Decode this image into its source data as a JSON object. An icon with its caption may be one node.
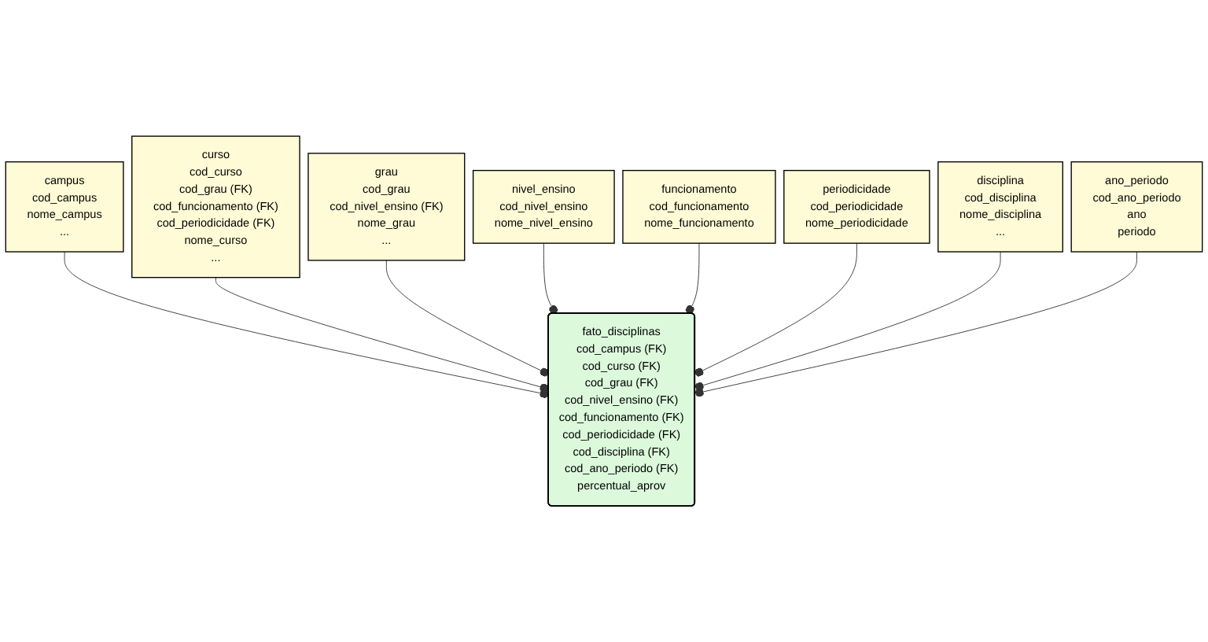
{
  "diagram": {
    "nodes": [
      {
        "text": [
          "campus",
          "cod_campus",
          "nome_campus",
          "..."
        ]
      },
      {
        "text": [
          "curso",
          "cod_curso",
          "cod_grau (FK)",
          "cod_funcionamento (FK)",
          "cod_periodicidade (FK)",
          "nome_curso",
          "..."
        ]
      },
      {
        "text": [
          "grau",
          "cod_grau",
          "cod_nivel_ensino (FK)",
          "nome_grau",
          "..."
        ]
      },
      {
        "text": [
          "fato_disciplinas",
          "cod_campus (FK)",
          "cod_curso (FK)",
          "cod_grau (FK)",
          "cod_nivel_ensino (FK)",
          "cod_funcionamento (FK)",
          "cod_periodicidade (FK)",
          "cod_disciplina (FK)",
          "cod_ano_periodo (FK)",
          "percentual_aprov"
        ]
      },
      {
        "text": [
          "nivel_ensino",
          "cod_nivel_ensino",
          "nome_nivel_ensino"
        ]
      },
      {
        "text": [
          "funcionamento",
          "cod_funcionamento",
          "nome_funcionamento"
        ]
      },
      {
        "text": [
          "periodicidade",
          "cod_periodicidade",
          "nome_periodicidade"
        ]
      },
      {
        "text": [
          "disciplina",
          "cod_disciplina",
          "nome_disciplina",
          "..."
        ]
      },
      {
        "text": [
          "ano_periodo",
          "cod_ano_periodo",
          "ano",
          "periodo"
        ]
      }
    ],
    "edges": [
      {
        "from": 0,
        "to": 3,
        "arrow": "other"
      },
      {
        "from": 1,
        "to": 3,
        "arrow": "other"
      },
      {
        "from": 2,
        "to": 3,
        "arrow": "other"
      },
      {
        "from": 4,
        "to": 3,
        "arrow": "other"
      },
      {
        "from": 5,
        "to": 3,
        "arrow": "other"
      },
      {
        "from": 6,
        "to": 3,
        "arrow": "other"
      },
      {
        "from": 7,
        "to": 3,
        "arrow": "other"
      },
      {
        "from": 8,
        "to": 3,
        "arrow": "other"
      }
    ]
  }
}
